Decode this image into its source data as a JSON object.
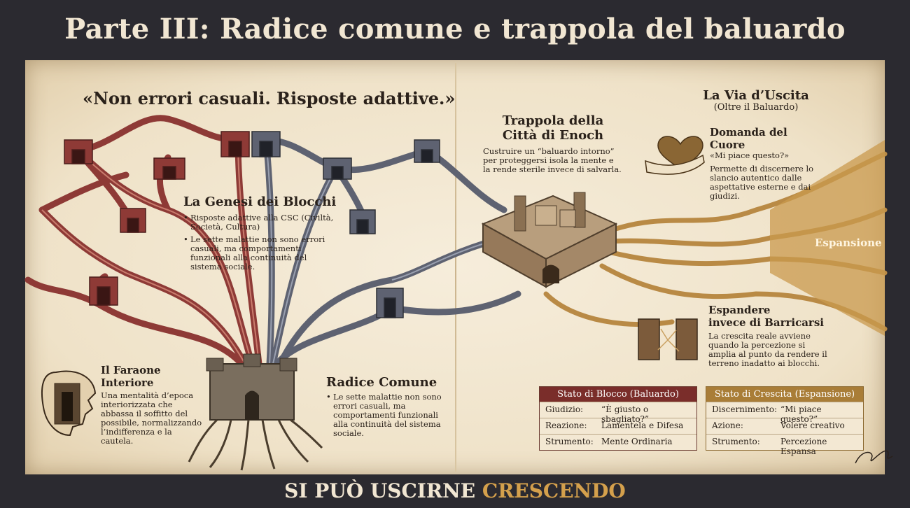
{
  "title": "Parte III: Radice comune e trappola del baluardo",
  "quote": "«Non errori casuali. Risposte adattive.»",
  "genesi": {
    "heading": "La Genesi dei Blocchi",
    "bullets": [
      "Risposte adattive alla CSC (Civiltà, Società, Cultura)",
      "Le sette malattie non sono errori casuali, ma comportamenti funzionali alla continuità del sistema sociale."
    ]
  },
  "trappola": {
    "heading_line1": "Trappola della",
    "heading_line2": "Città di Enoch",
    "body": "Custruire un “baluardo intorno” per proteggersi isola la mente e la rende sterile invece di salvarla."
  },
  "via": {
    "heading": "La Via d’Uscita",
    "subheading": "(Oltre il Baluardo)"
  },
  "domanda": {
    "heading": "Domanda del Cuore",
    "question": "«Mi piace questo?»",
    "body": "Permette di discernere lo slancio autentico dalle aspettative esterne e dai giudizi."
  },
  "espansione_label": "Espansione",
  "espandere": {
    "heading_line1": "Espandere",
    "heading_line2": "invece di Barricarsi",
    "body": "La crescita reale avviene quando la percezione si amplia al punto da rendere il terreno inadatto ai blocchi."
  },
  "faraone": {
    "heading": "Il Faraone Interiore",
    "body": "Una mentalità d’epoca interiorizzata che abbassa il soffitto del possibile, normalizzando l’indifferenza e la cautela."
  },
  "radice": {
    "heading": "Radice Comune",
    "body": "Le sette malattie non sono errori casuali, ma comportamenti funzionali alla continuità del sistema sociale."
  },
  "table_blocco": {
    "header": "Stato di Blocco (Baluardo)",
    "rows": [
      {
        "k": "Giudizio:",
        "v": "“È giusto o sbagliato?”"
      },
      {
        "k": "Reazione:",
        "v": "Lamentela e Difesa"
      },
      {
        "k": "Strumento:",
        "v": "Mente Ordinaria"
      }
    ]
  },
  "table_crescita": {
    "header": "Stato di Crescita (Espansione)",
    "rows": [
      {
        "k": "Discernimento:",
        "v": "“Mi piace questo?”"
      },
      {
        "k": "Azione:",
        "v": "Volere creativo"
      },
      {
        "k": "Strumento:",
        "v": "Percezione Espansa"
      }
    ]
  },
  "footer": {
    "main": "SI PUÒ USCIRNE",
    "accent": "CRESCENDO"
  },
  "colors": {
    "red_path": "#8e3a36",
    "gray_path": "#5e6271",
    "gold_path": "#b98a45",
    "blocco_header": "#7a2d2a",
    "crescita_header": "#a97d37"
  }
}
